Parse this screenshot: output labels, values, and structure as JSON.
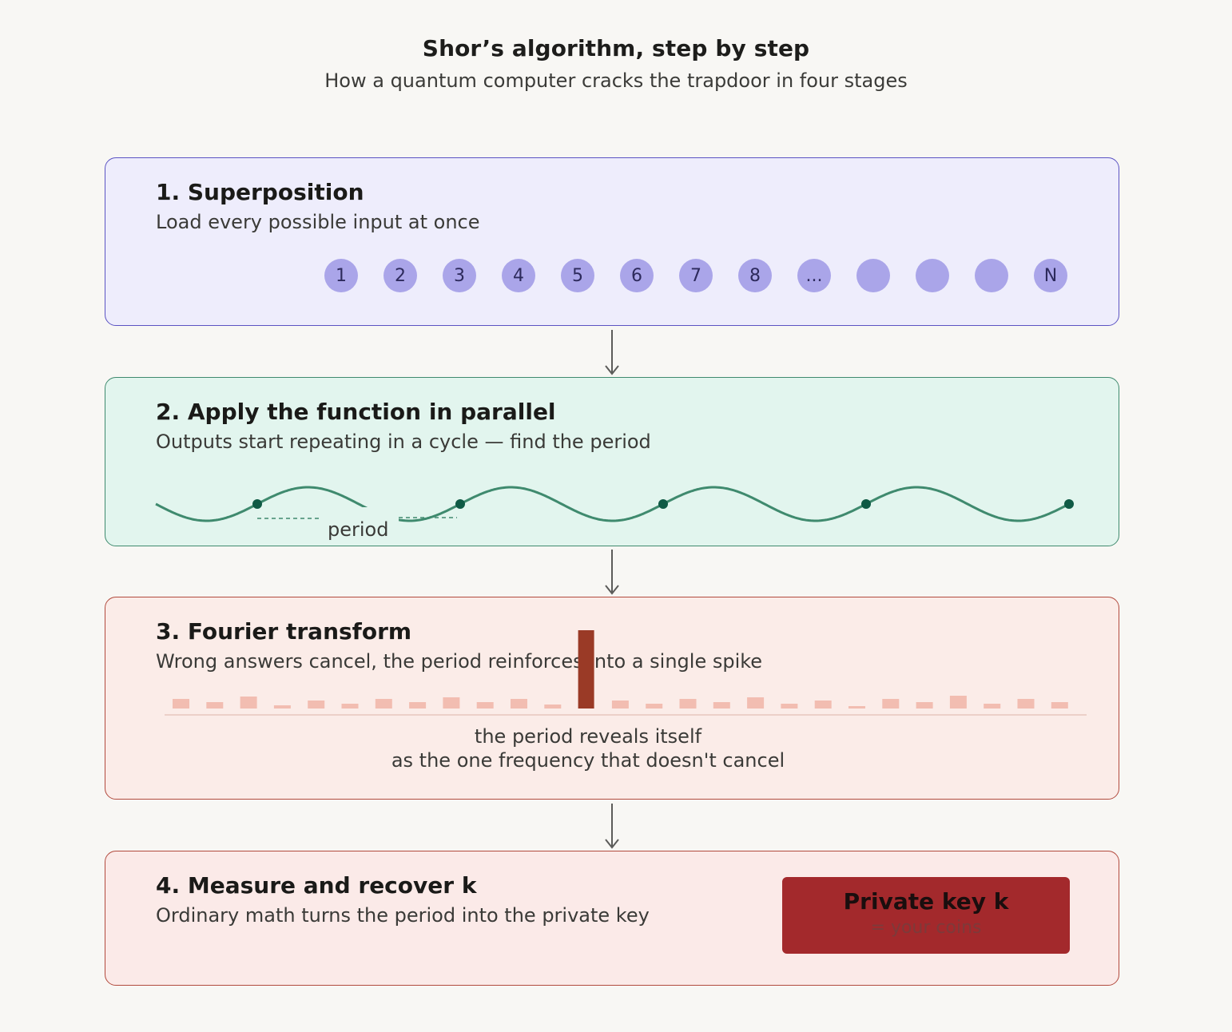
{
  "header": {
    "title": "Shor’s algorithm, step by step",
    "subtitle": "How a quantum computer cracks the trapdoor in four stages"
  },
  "stage1": {
    "title": "1. Superposition",
    "description": "Load every possible input at once",
    "inputs": [
      "1",
      "2",
      "3",
      "4",
      "5",
      "6",
      "7",
      "8",
      "...",
      "",
      "",
      "",
      "N"
    ]
  },
  "stage2": {
    "title": "2. Apply the function in parallel",
    "description": "Outputs start repeating in a cycle — find the period",
    "period_label": "period"
  },
  "stage3": {
    "title": "3. Fourier transform",
    "description": "Wrong answers cancel, the period reinforces into a single spike",
    "caption_line1": "the period reveals itself",
    "caption_line2": "as the one frequency that doesn't cancel"
  },
  "stage4": {
    "title": "4. Measure and recover k",
    "description": "Ordinary math turns the period into the private key",
    "key_title": "Private key k",
    "key_subtitle": "= your coins"
  },
  "colors": {
    "stage1_accent": "#aaa5e9",
    "stage2_accent": "#3f8a6e",
    "stage3_accent": "#9a3a26",
    "stage4_accent": "#a3292c"
  },
  "icons": [
    "down-arrow-icon"
  ]
}
